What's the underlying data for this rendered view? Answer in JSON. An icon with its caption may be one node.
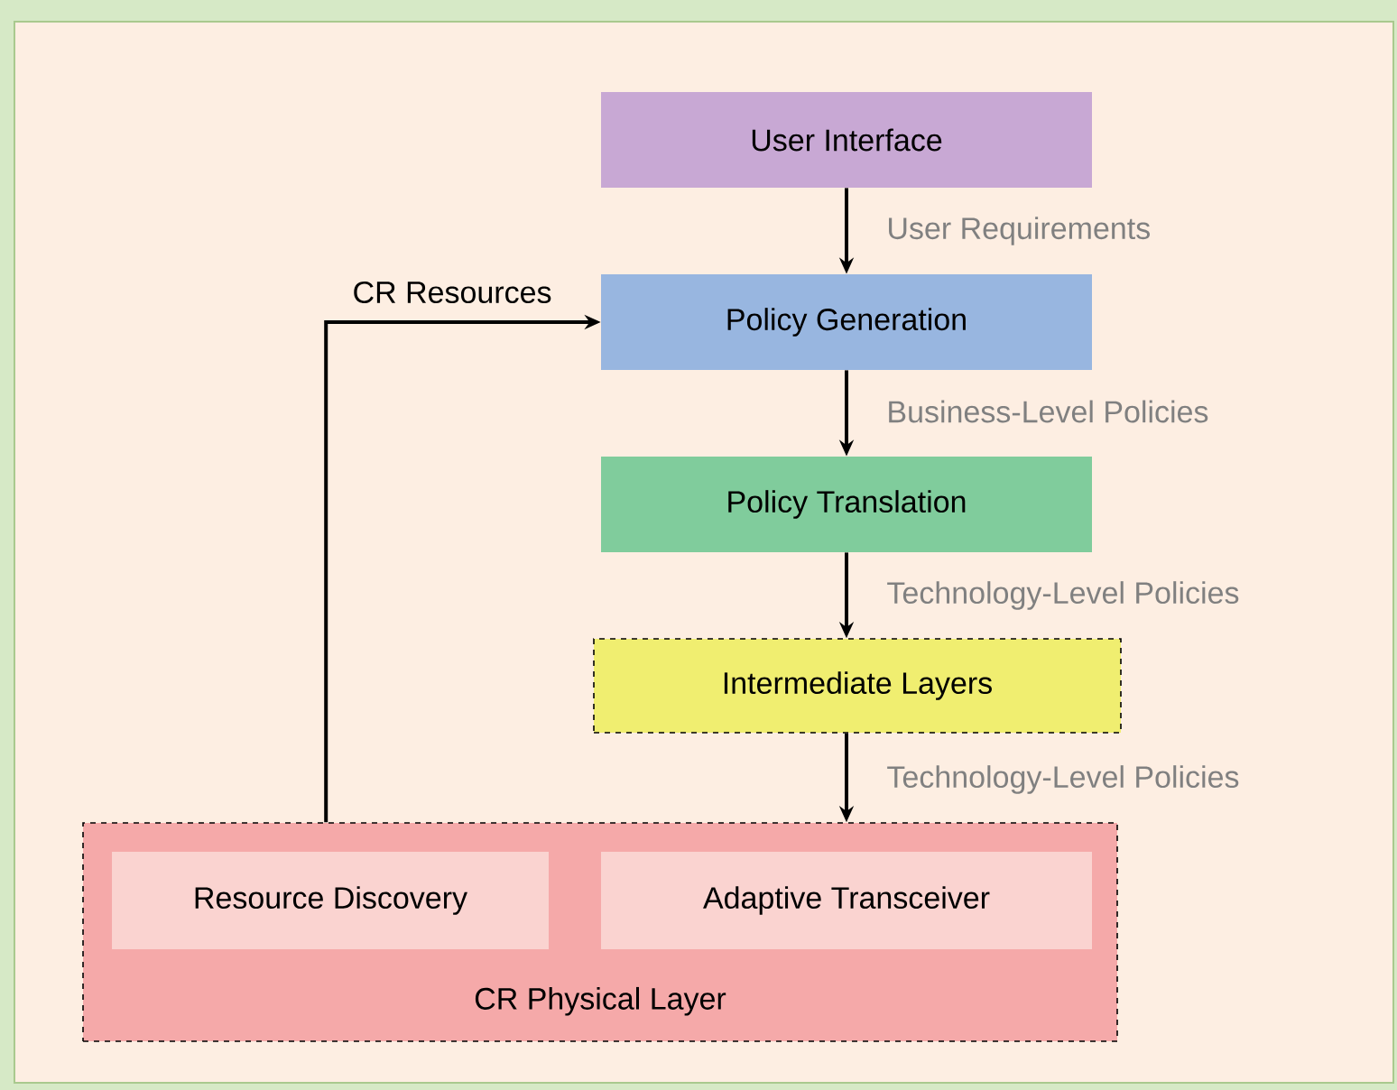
{
  "diagram": {
    "nodes": [
      {
        "text": [
          "User Interface"
        ]
      },
      {
        "text": [
          "Policy Generation"
        ]
      },
      {
        "text": [
          "Policy Translation"
        ]
      },
      {
        "text": [
          "Intermediate Layers"
        ]
      },
      {
        "text": [
          "CR Physical Layer"
        ]
      },
      {
        "text": [
          "Resource Discovery"
        ],
        "in": 4
      },
      {
        "text": [
          "Adaptive Transceiver"
        ],
        "in": 4
      }
    ],
    "edges": [
      {
        "from": 0,
        "to": 1,
        "arrow": "to",
        "label": "User Requirements"
      },
      {
        "from": 1,
        "to": 2,
        "arrow": "to",
        "label": "Business-Level Policies"
      },
      {
        "from": 2,
        "to": 3,
        "arrow": "to",
        "label": "Technology-Level Policies"
      },
      {
        "from": 3,
        "to": 4,
        "arrow": "to",
        "label": "Technology-Level Policies"
      },
      {
        "from": 4,
        "to": 1,
        "arrow": "to",
        "label": "CR Resources"
      }
    ]
  }
}
